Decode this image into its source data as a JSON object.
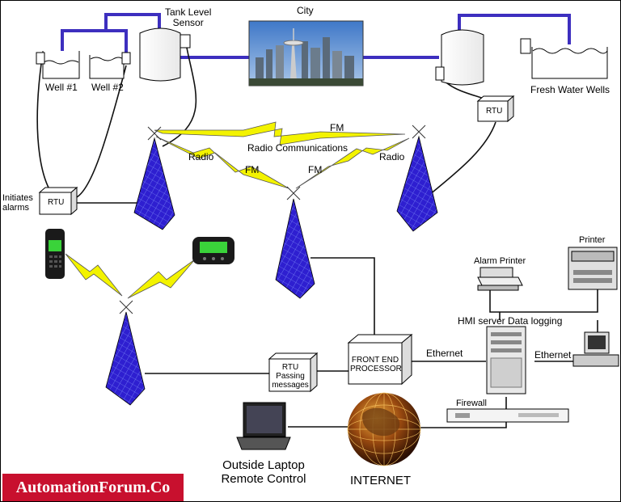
{
  "labels": {
    "tank_level": "Tank Level\nSensor",
    "city": "City",
    "well1": "Well #1",
    "well2": "Well #2",
    "fresh_water": "Fresh Water Wells",
    "rtu_top": "RTU",
    "rtu_left": "RTU",
    "initiates": "Initiates\nalarms",
    "radio_left": "Radio",
    "radio_right": "Radio",
    "fm_top": "FM",
    "fm_left": "FM",
    "fm_right": "FM",
    "radio_comm": "Radio Communications",
    "rtu_pass": "RTU\nPassing\nmessages",
    "front_end": "FRONT END\nPROCESSOR",
    "ethernet_left": "Ethernet",
    "ethernet_right": "Ethernet",
    "hmi": "HMI server Data logging",
    "alarm_printer": "Alarm Printer",
    "printer": "Printer",
    "firewall": "Firewall",
    "laptop": "Outside Laptop\nRemote Control",
    "internet": "INTERNET"
  },
  "brand": "AutomationForum.Co",
  "colors": {
    "pipe": "#3d2fbf",
    "tower": "#2e1fd0",
    "lightning": "#f3f300",
    "brand_bg": "#c8102e"
  }
}
